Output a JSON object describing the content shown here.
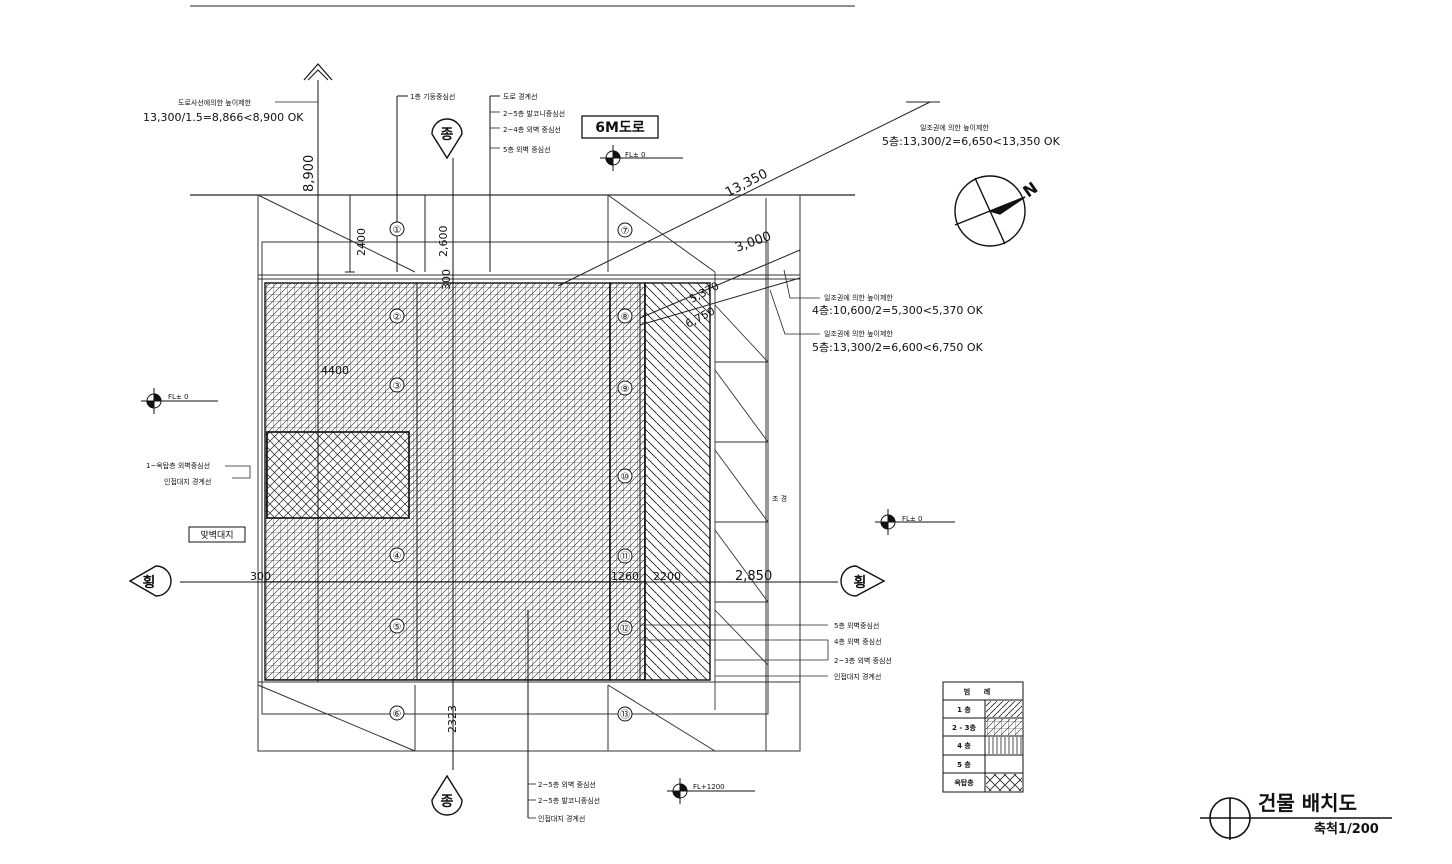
{
  "notes": {
    "road_height_label": "도로사선에의한 높이제한",
    "road_height_calc": "13,300/1.5=8,866<8,900 OK",
    "first_floor_column_line": "1층 기둥중심선",
    "road_boundary_line": "도로 경계선",
    "floor_2_5_balcony_line": "2~5층 발코니중심선",
    "floor_2_4_wall_line": "2~4층 외벽 중심선",
    "floor_5_wall_line": "5층 외벽 중심선",
    "road_width": "6M도로",
    "sunlight_label_top": "일조권에 의한 높이제한",
    "sunlight_calc_top": "5층:13,300/2=6,650<13,350 OK",
    "sunlight_label_4f": "일조권에 의한 높이제한",
    "sunlight_calc_4f": "4층:10,600/2=5,300<5,370 OK",
    "sunlight_label_5f": "일조권에 의한 높이제한",
    "sunlight_calc_5f": "5층:13,300/2=6,600<6,750 OK",
    "wall_line_1": "1~옥탑층 외벽중심선",
    "adjacent_boundary_left": "인접대지 경계선",
    "adjacent_lot": "맞벽대지",
    "landscape": "조 경",
    "right_note_5f": "5층 외벽중심선",
    "right_note_4f": "4층 외벽 중심선",
    "right_note_2_3f": "2~3층 외벽 중심선",
    "right_note_boundary": "인접대지 경계선",
    "bottom_note_1": "2~5층 외벽 중심선",
    "bottom_note_2": "2~5층 발코니중심선",
    "bottom_note_3": "인접대지 경계선"
  },
  "levels": {
    "top": "FL± 0",
    "left": "FL± 0",
    "right": "FL± 0",
    "bottom": "FL+1200"
  },
  "section_markers": {
    "vertical_top": "종",
    "vertical_bottom": "종",
    "horizontal_left": "횡",
    "horizontal_right": "횡"
  },
  "dimensions": {
    "height_8900": "8,900",
    "d2400": "2400",
    "d2600": "2,600",
    "d300_top": "300",
    "d4400": "4400",
    "d13350": "13,350",
    "d3000": "3,000",
    "d5370": "5,370",
    "d6750": "6,750",
    "d300_left": "300",
    "d1260": "1260",
    "d2200": "2200",
    "d2850": "2,850",
    "d2323": "2323"
  },
  "grid_circles": [
    "①",
    "②",
    "③",
    "④",
    "⑤",
    "⑥",
    "⑦",
    "⑧",
    "⑨",
    "⑩",
    "⑪",
    "⑫",
    "⑬"
  ],
  "north": "N",
  "legend": {
    "header_left": "범",
    "header_right": "례",
    "rows": [
      "1 층",
      "2 - 3층",
      "4 층",
      "5 층",
      "옥탑층"
    ]
  },
  "title": {
    "name": "건물 배치도",
    "scale": "축척1/200"
  }
}
